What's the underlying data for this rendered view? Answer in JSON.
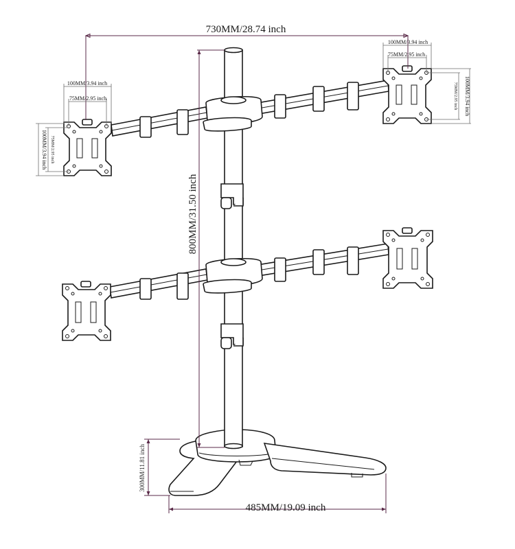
{
  "dimensions": {
    "total_width": "730MM/28.74 inch",
    "total_height": "800MM/31.50 inch",
    "base_width": "485MM/19.09 inch",
    "base_depth": "300MM/11.81 inch",
    "vesa_large_tl": "100MM/3.94 inch",
    "vesa_small_tl": "75MM/2.95 inch",
    "vesa_large_tl_v": "100MM/3.94 inch",
    "vesa_small_tl_v": "75MM/2.95 inch",
    "vesa_large_tr": "100MM/3.94 inch",
    "vesa_small_tr": "75MM/2.95 inch",
    "vesa_large_tr_v": "100MM/3.94 inch",
    "vesa_small_tr_v": "75MM/2.95 inch"
  },
  "colors": {
    "line": "#1a1a1a",
    "dimension": "#6e6e6e",
    "main_dimension": "#5a2a48"
  }
}
